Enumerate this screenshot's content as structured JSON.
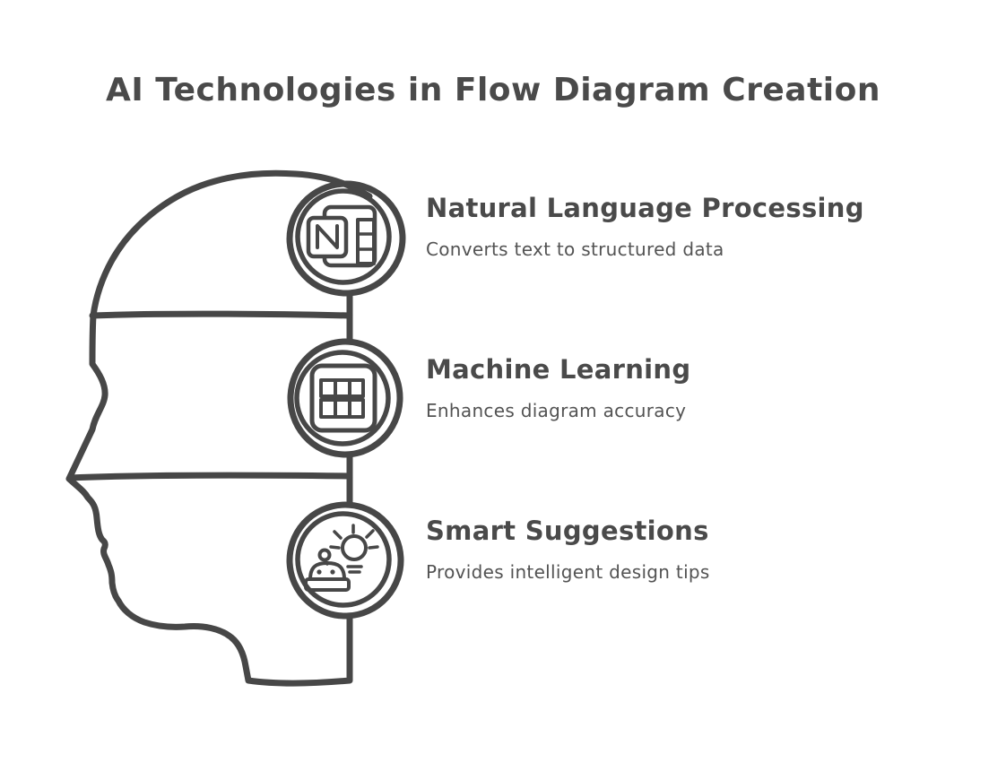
{
  "title": "AI Technologies in Flow Diagram Creation",
  "items": [
    {
      "heading": "Natural Language Processing",
      "description": "Converts text to structured data",
      "icon": "notebook-n-icon"
    },
    {
      "heading": "Machine Learning",
      "description": "Enhances diagram accuracy",
      "icon": "table-grid-icon"
    },
    {
      "heading": "Smart Suggestions",
      "description": "Provides intelligent design tips",
      "icon": "robot-lightbulb-icon"
    }
  ],
  "colors": {
    "stroke": "#474747",
    "heading": "#4a4a4a",
    "description": "#535353",
    "background": "#ffffff"
  }
}
